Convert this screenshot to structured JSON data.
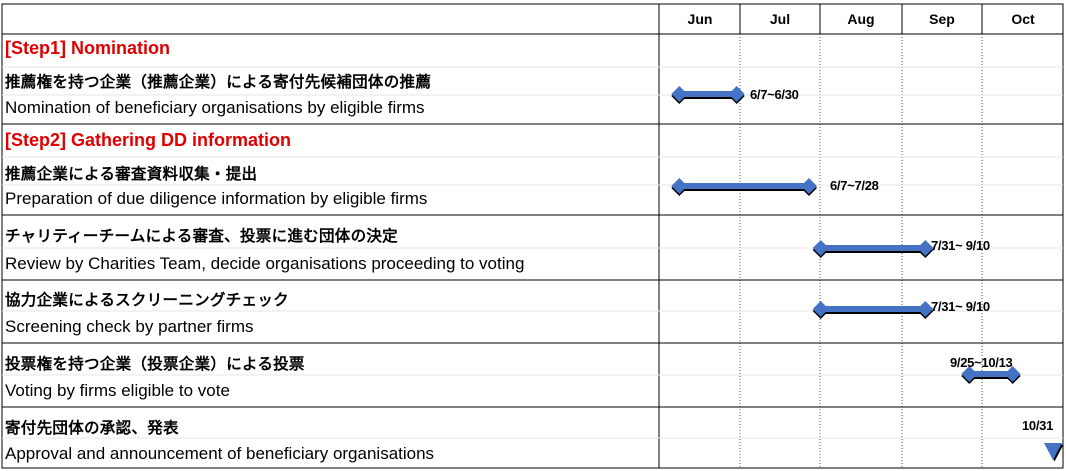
{
  "chart_data": {
    "type": "gantt",
    "months": [
      "Jun",
      "Jul",
      "Aug",
      "Sep",
      "Oct"
    ],
    "rows": [
      {
        "step_title": "[Step1] Nomination",
        "jp": "推薦権を持つ企業（推薦企業）による寄付先候補団体の推薦",
        "en": "Nomination of beneficiary organisations by eligible firms",
        "start": "06-07",
        "end": "06-30",
        "label": "6/7~6/30",
        "kind": "range"
      },
      {
        "step_title": "[Step2] Gathering DD information",
        "jp": "推薦企業による審査資料収集・提出",
        "en": "Preparation of due diligence information by eligible firms",
        "start": "06-07",
        "end": "07-28",
        "label": "6/7~7/28",
        "kind": "range"
      },
      {
        "step_title": "",
        "jp": "チャリティーチームによる審査、投票に進む団体の決定",
        "en": "Review by Charities Team, decide organisations proceeding to voting",
        "start": "07-31",
        "end": "09-10",
        "label": "7/31~ 9/10",
        "kind": "range"
      },
      {
        "step_title": "",
        "jp": "協力企業によるスクリーニングチェック",
        "en": "Screening check by partner firms",
        "start": "07-31",
        "end": "09-10",
        "label": "7/31~ 9/10",
        "kind": "range"
      },
      {
        "step_title": "",
        "jp": "投票権を持つ企業（投票企業）による投票",
        "en": "Voting by firms eligible to vote",
        "start": "09-25",
        "end": "10-13",
        "label": "9/25~10/13",
        "kind": "range"
      },
      {
        "step_title": "",
        "jp": "寄付先団体の承認、発表",
        "en": "Approval and announcement of beneficiary organisations",
        "start": "10-31",
        "end": "10-31",
        "label": "10/31",
        "kind": "milestone"
      }
    ],
    "bar_color": "#4472c4",
    "grid": true
  }
}
